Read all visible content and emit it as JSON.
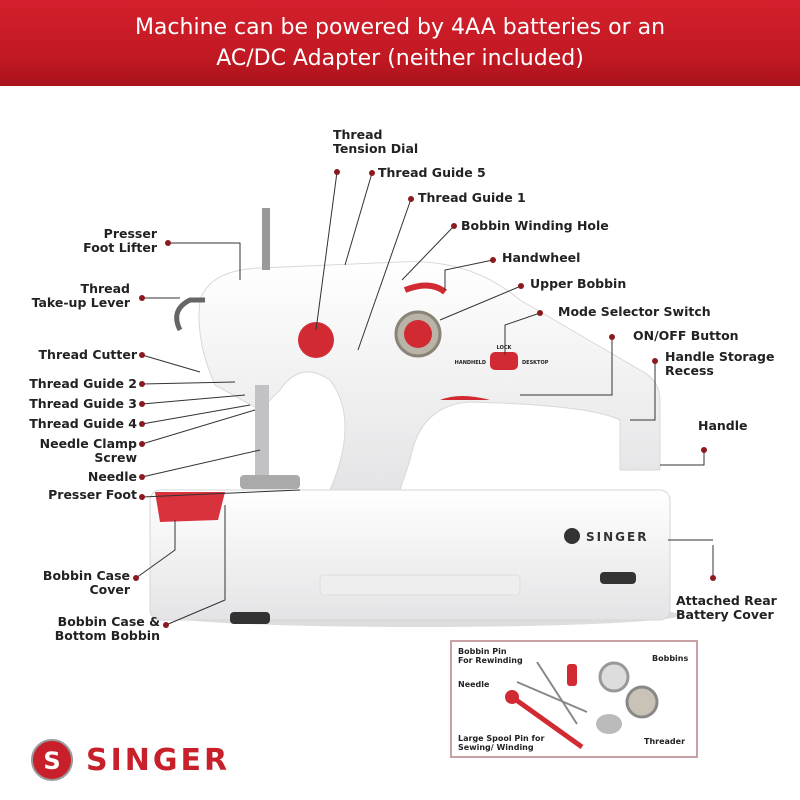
{
  "banner": {
    "line1": "Machine can be powered by 4AA batteries or an",
    "line2": "AC/DC Adapter (neither included)"
  },
  "labels": {
    "tension_dial": "Thread\nTension Dial",
    "guide5": "Thread Guide 5",
    "guide1": "Thread Guide 1",
    "winding_hole": "Bobbin Winding Hole",
    "handwheel": "Handwheel",
    "upper_bobbin": "Upper Bobbin",
    "mode_switch": "Mode Selector Switch",
    "onoff": "ON/OFF Button",
    "handle_recess": "Handle Storage\nRecess",
    "handle": "Handle",
    "battery_cover": "Attached Rear\nBattery Cover",
    "presser_lifter": "Presser\nFoot Lifter",
    "takeup": "Thread\nTake-up Lever",
    "cutter": "Thread Cutter",
    "guide2": "Thread Guide 2",
    "guide3": "Thread Guide 3",
    "guide4": "Thread Guide 4",
    "clamp": "Needle Clamp\nScrew",
    "needle": "Needle",
    "presser_foot": "Presser Foot",
    "bobbin_cover": "Bobbin Case\nCover",
    "bobbin_case": "Bobbin Case &\nBottom Bobbin"
  },
  "machine": {
    "switch_top": "LOCK",
    "switch_left": "HANDHELD",
    "switch_right": "DESKTOP",
    "brand": "SINGER"
  },
  "accessories": {
    "bobbin_pin": "Bobbin Pin\nFor Rewinding",
    "bobbins": "Bobbins",
    "needle": "Needle",
    "spool_pin": "Large Spool Pin for\nSewing/ Winding",
    "threader": "Threader"
  },
  "logo": {
    "text": "SINGER"
  },
  "colors": {
    "red": "#c8202b",
    "banner": "#c01822"
  }
}
